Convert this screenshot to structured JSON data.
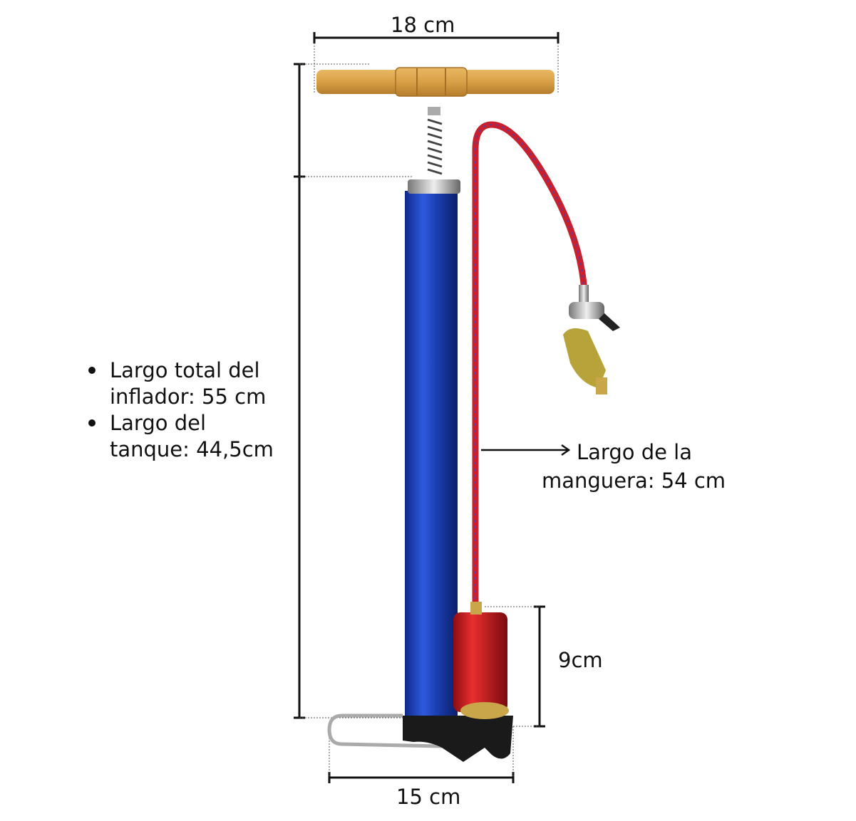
{
  "dimensions": {
    "handle_width": "18 cm",
    "base_width": "15 cm",
    "canister_height": "9cm",
    "hose_length": [
      "Largo de la",
      "manguera: 54 cm"
    ]
  },
  "specs": [
    {
      "line1": " Largo total del",
      "line2": "inflador: 55 cm"
    },
    {
      "line1": "Largo del",
      "line2": "tanque: 44,5cm"
    }
  ],
  "colors": {
    "tube": "#1a3fb0",
    "hose": "#c8202e",
    "canister": "#c8151c",
    "handle": "#d9a046",
    "base": "#1a1a1a"
  }
}
